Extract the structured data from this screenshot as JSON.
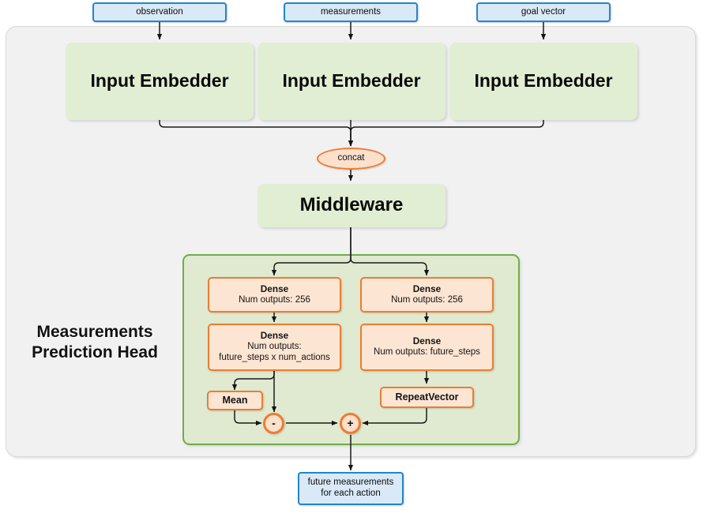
{
  "diagram": {
    "title": "Measurements Prediction Head",
    "colors": {
      "panel_bg": "#f1f1f1",
      "panel_border": "#d8d8d8",
      "green_fill": "#e2eed3",
      "green_border": "#74b44",
      "head_fill": "#dfead0",
      "orange_fill": "#fce5d2",
      "orange_border": "#ed7d31",
      "blue_fill": "#dae9f7",
      "blue_border": "#2186cd",
      "edge": "#1a1a1a"
    }
  },
  "inputs": [
    {
      "label": "observation"
    },
    {
      "label": "measurements"
    },
    {
      "label": "goal vector"
    }
  ],
  "embedders": [
    {
      "label": "Input Embedder"
    },
    {
      "label": "Input Embedder"
    },
    {
      "label": "Input Embedder"
    }
  ],
  "concat": {
    "label": "concat"
  },
  "middleware": {
    "label": "Middleware"
  },
  "head": {
    "title_line1": "Measurements",
    "title_line2": "Prediction Head",
    "left_branch": {
      "dense1": {
        "title": "Dense",
        "sub": "Num outputs: 256"
      },
      "dense2": {
        "title": "Dense",
        "sub_line1": "Num outputs:",
        "sub_line2": "future_steps x num_actions"
      },
      "mean": {
        "label": "Mean"
      },
      "op": {
        "label": "-"
      }
    },
    "right_branch": {
      "dense1": {
        "title": "Dense",
        "sub": "Num outputs: 256"
      },
      "dense2": {
        "title": "Dense",
        "sub_line1": "Num outputs: future_steps"
      },
      "repeat_vector": {
        "label": "RepeatVector"
      }
    },
    "merge_op": {
      "label": "+"
    }
  },
  "output": {
    "line1": "future measurements",
    "line2": "for each action"
  }
}
